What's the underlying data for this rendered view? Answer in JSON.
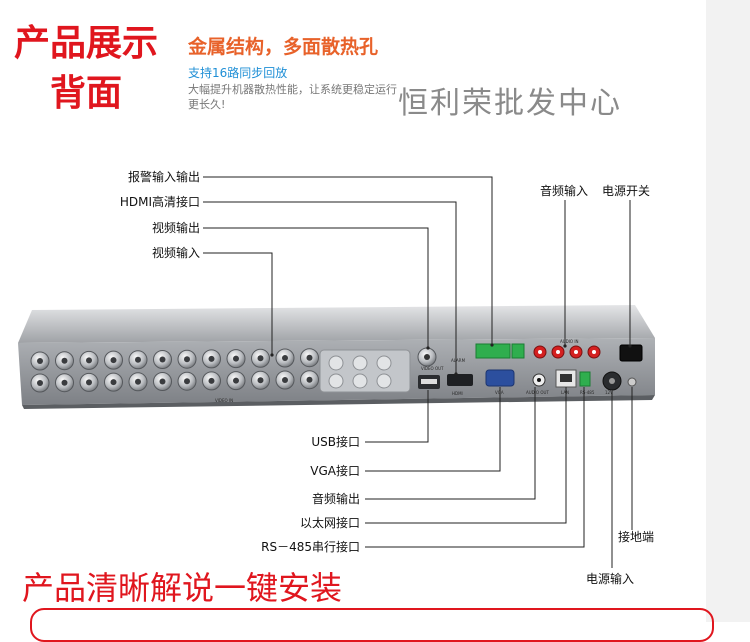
{
  "header": {
    "title_line1": "产品展示",
    "title_line2": "背面",
    "subtitle": "金属结构，多面散热孔",
    "feature": "支持16路同步回放",
    "desc": "大幅提升机器散热性能，让系统更稳定运行更长久!"
  },
  "watermark": "恒利荣批发中心",
  "labels_top_left": {
    "alarm": "报警输入输出",
    "hdmi": "HDMI高清接口",
    "video_out": "视频输出",
    "video_in": "视频输入"
  },
  "labels_top_right": {
    "audio_in": "音频输入",
    "power_switch": "电源开关"
  },
  "labels_bottom": {
    "usb": "USB接口",
    "vga": "VGA接口",
    "audio_out": "音频输出",
    "ethernet": "以太网接口",
    "rs485": "RS－485串行接口"
  },
  "labels_bottom_right": {
    "ground": "接地端",
    "power_in": "电源输入"
  },
  "panel_marks": {
    "video_in": "VIDEO IN",
    "video_out": "VIDEO OUT",
    "alarm": "ALARM",
    "audio_in": "AUDIO IN",
    "hdmi": "HDMI",
    "vga": "VGA",
    "audio_out": "AUDIO OUT",
    "lan": "LAN",
    "rs485": "RS-485",
    "power": "12V"
  },
  "footer": "产品清晰解说一键安装",
  "colors": {
    "accent_red": "#e0161e",
    "orange": "#e8622a",
    "blue": "#1f8fd6"
  }
}
